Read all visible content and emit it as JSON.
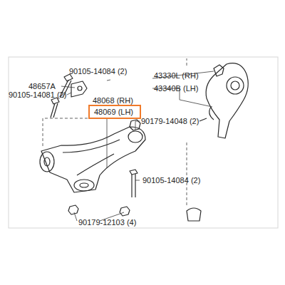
{
  "diagram": {
    "nodes": [
      {
        "text": [
          "48069 (LH)"
        ]
      }
    ],
    "labels": [
      "90105-14084 (2)",
      "43330L (RH)",
      "48657A",
      "43340B (LH)",
      "90105-14081 (2)",
      "48068 (RH)",
      "90179-14048 (2)",
      "90105-14084 (2)",
      "90179-12103 (4)"
    ]
  }
}
